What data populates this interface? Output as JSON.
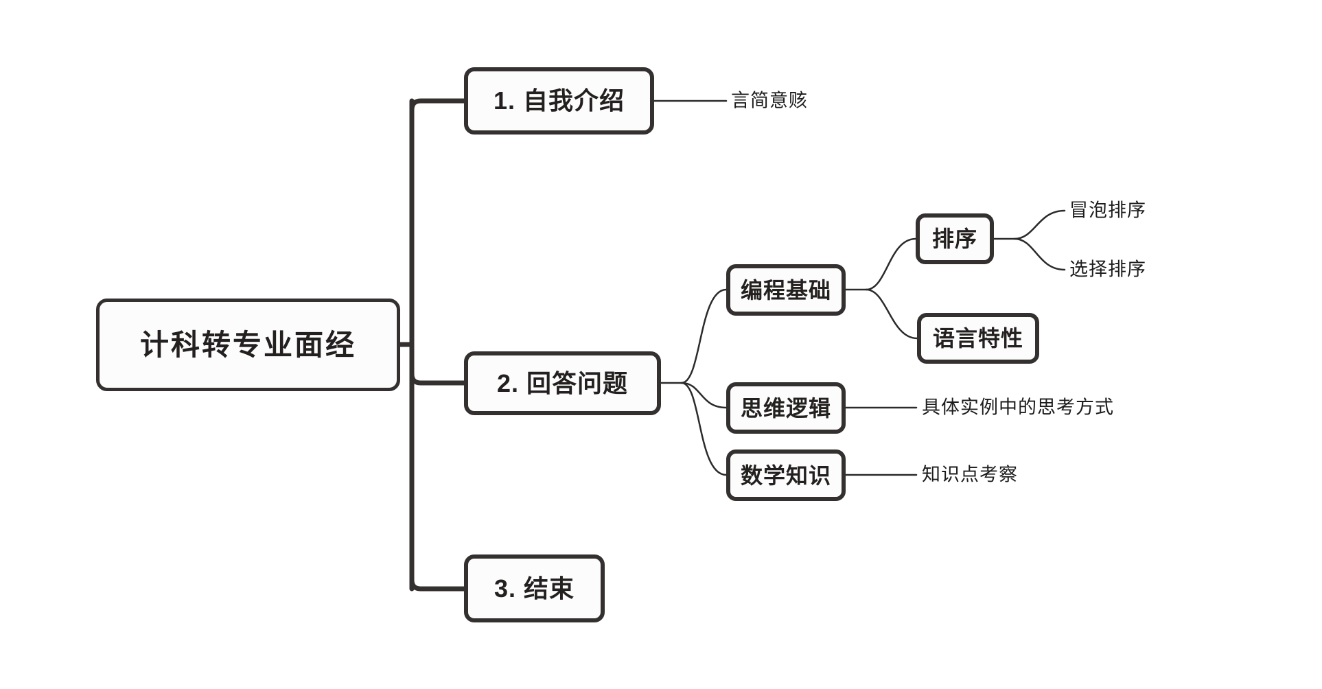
{
  "diagram": {
    "type": "mind-map",
    "title": "计科转专业面经",
    "background_color": "#ffffff",
    "stroke_color": "#33302f",
    "text_color": "#23201f",
    "leaf_text_color": "#1c1c1c"
  },
  "root": {
    "label": "计科转专业面经"
  },
  "branches": [
    {
      "id": "b1",
      "label": "1. 自我介绍",
      "leaves": [
        {
          "label": "言简意赅"
        }
      ]
    },
    {
      "id": "b2",
      "label": "2. 回答问题",
      "children": [
        {
          "id": "c1",
          "label": "编程基础",
          "children": [
            {
              "id": "d1",
              "label": "排序",
              "leaves": [
                {
                  "label": "冒泡排序"
                },
                {
                  "label": "选择排序"
                }
              ]
            },
            {
              "id": "d2",
              "label": "语言特性"
            }
          ]
        },
        {
          "id": "c2",
          "label": "思维逻辑",
          "leaves": [
            {
              "label": "具体实例中的思考方式"
            }
          ]
        },
        {
          "id": "c3",
          "label": "数学知识",
          "leaves": [
            {
              "label": "知识点考察"
            }
          ]
        }
      ]
    },
    {
      "id": "b3",
      "label": "3. 结束"
    }
  ]
}
